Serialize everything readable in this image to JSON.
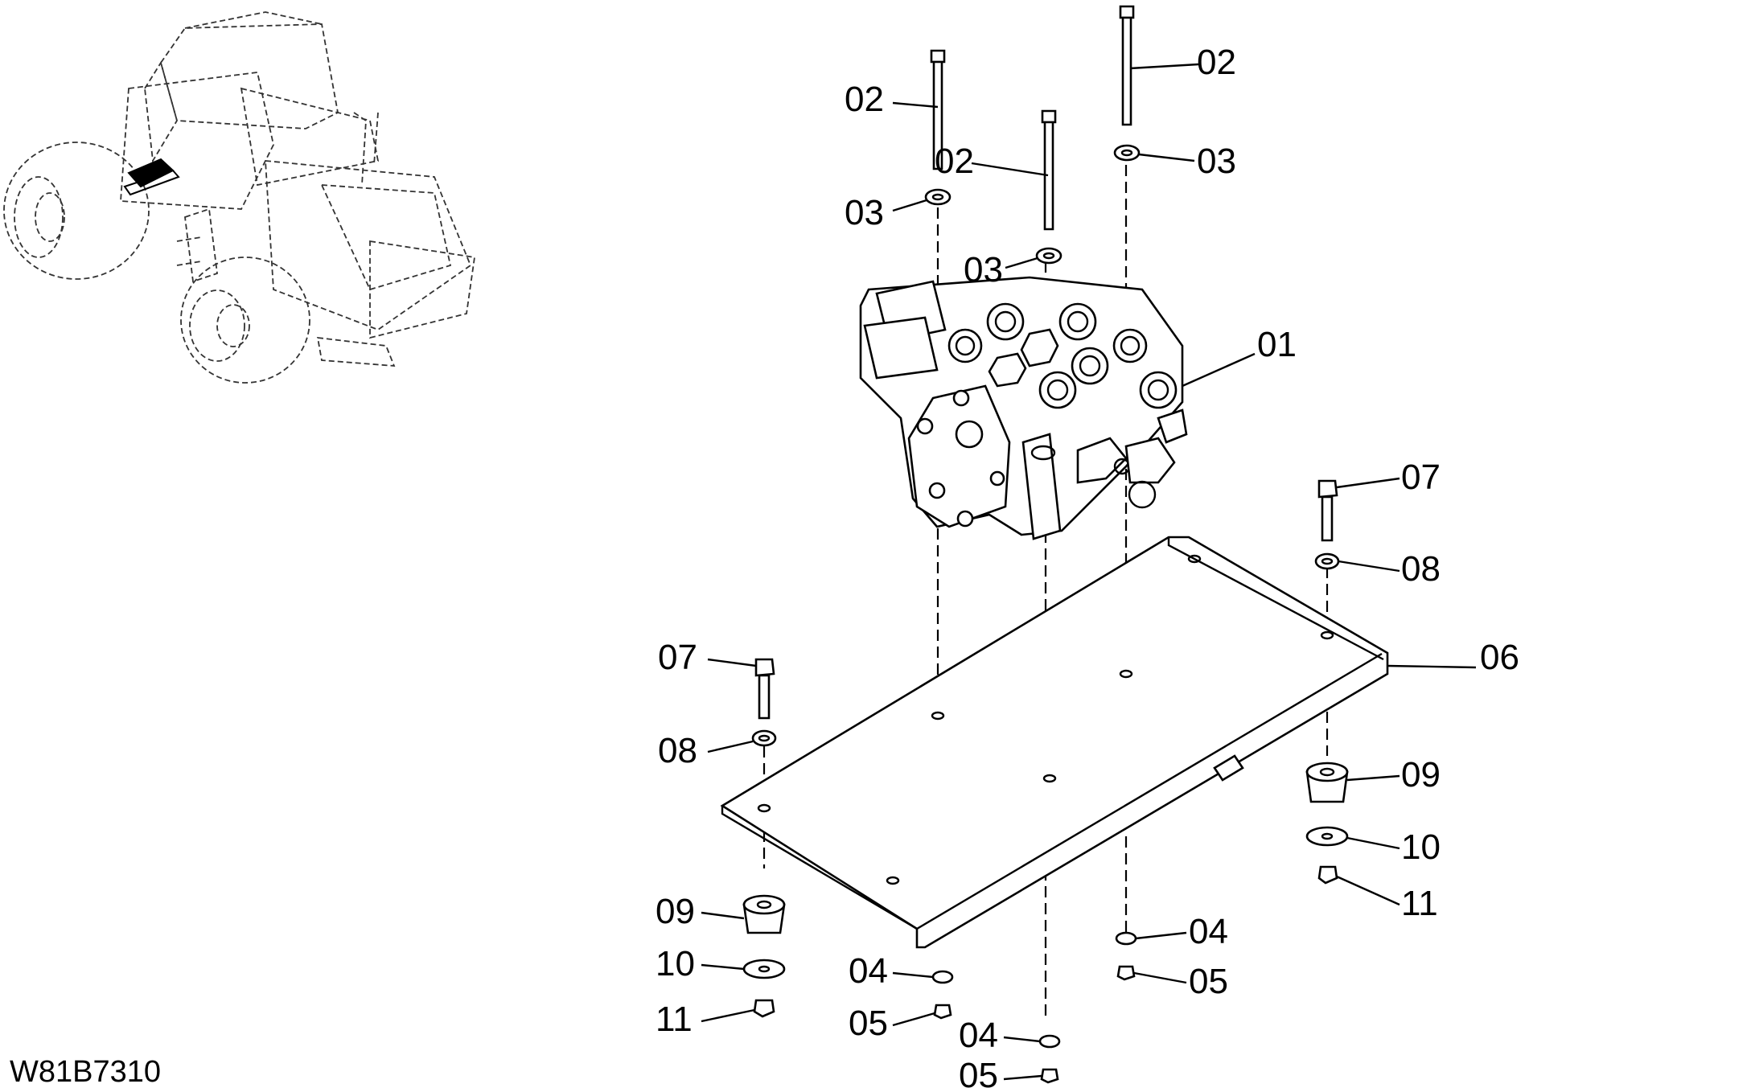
{
  "drawing_code": "W81B7310",
  "callouts": [
    {
      "id": "02a",
      "text": "02"
    },
    {
      "id": "02b",
      "text": "02"
    },
    {
      "id": "02c",
      "text": "02"
    },
    {
      "id": "03a",
      "text": "03"
    },
    {
      "id": "03b",
      "text": "03"
    },
    {
      "id": "03c",
      "text": "03"
    },
    {
      "id": "01",
      "text": "01"
    },
    {
      "id": "07a",
      "text": "07"
    },
    {
      "id": "08a",
      "text": "08"
    },
    {
      "id": "06",
      "text": "06"
    },
    {
      "id": "07b",
      "text": "07"
    },
    {
      "id": "08b",
      "text": "08"
    },
    {
      "id": "09a",
      "text": "09"
    },
    {
      "id": "10a",
      "text": "10"
    },
    {
      "id": "11a",
      "text": "11"
    },
    {
      "id": "09b",
      "text": "09"
    },
    {
      "id": "10b",
      "text": "10"
    },
    {
      "id": "11b",
      "text": "11"
    },
    {
      "id": "04a",
      "text": "04"
    },
    {
      "id": "05a",
      "text": "05"
    },
    {
      "id": "04b",
      "text": "04"
    },
    {
      "id": "05b",
      "text": "05"
    },
    {
      "id": "04c",
      "text": "04"
    },
    {
      "id": "05c",
      "text": "05"
    }
  ]
}
